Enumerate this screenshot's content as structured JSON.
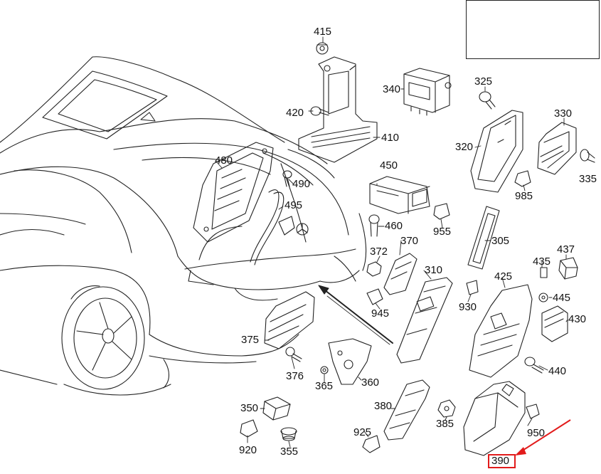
{
  "diagram": {
    "highlight_color": "#e21b1b",
    "line_color": "#222222",
    "highlighted_part": "390",
    "callouts": [
      "415",
      "340",
      "325",
      "330",
      "420",
      "410",
      "320",
      "480",
      "450",
      "490",
      "335",
      "985",
      "495",
      "460",
      "955",
      "305",
      "370",
      "372",
      "437",
      "435",
      "310",
      "425",
      "445",
      "945",
      "930",
      "430",
      "375",
      "376",
      "365",
      "360",
      "440",
      "350",
      "380",
      "950",
      "385",
      "920",
      "355",
      "925",
      "390"
    ]
  }
}
